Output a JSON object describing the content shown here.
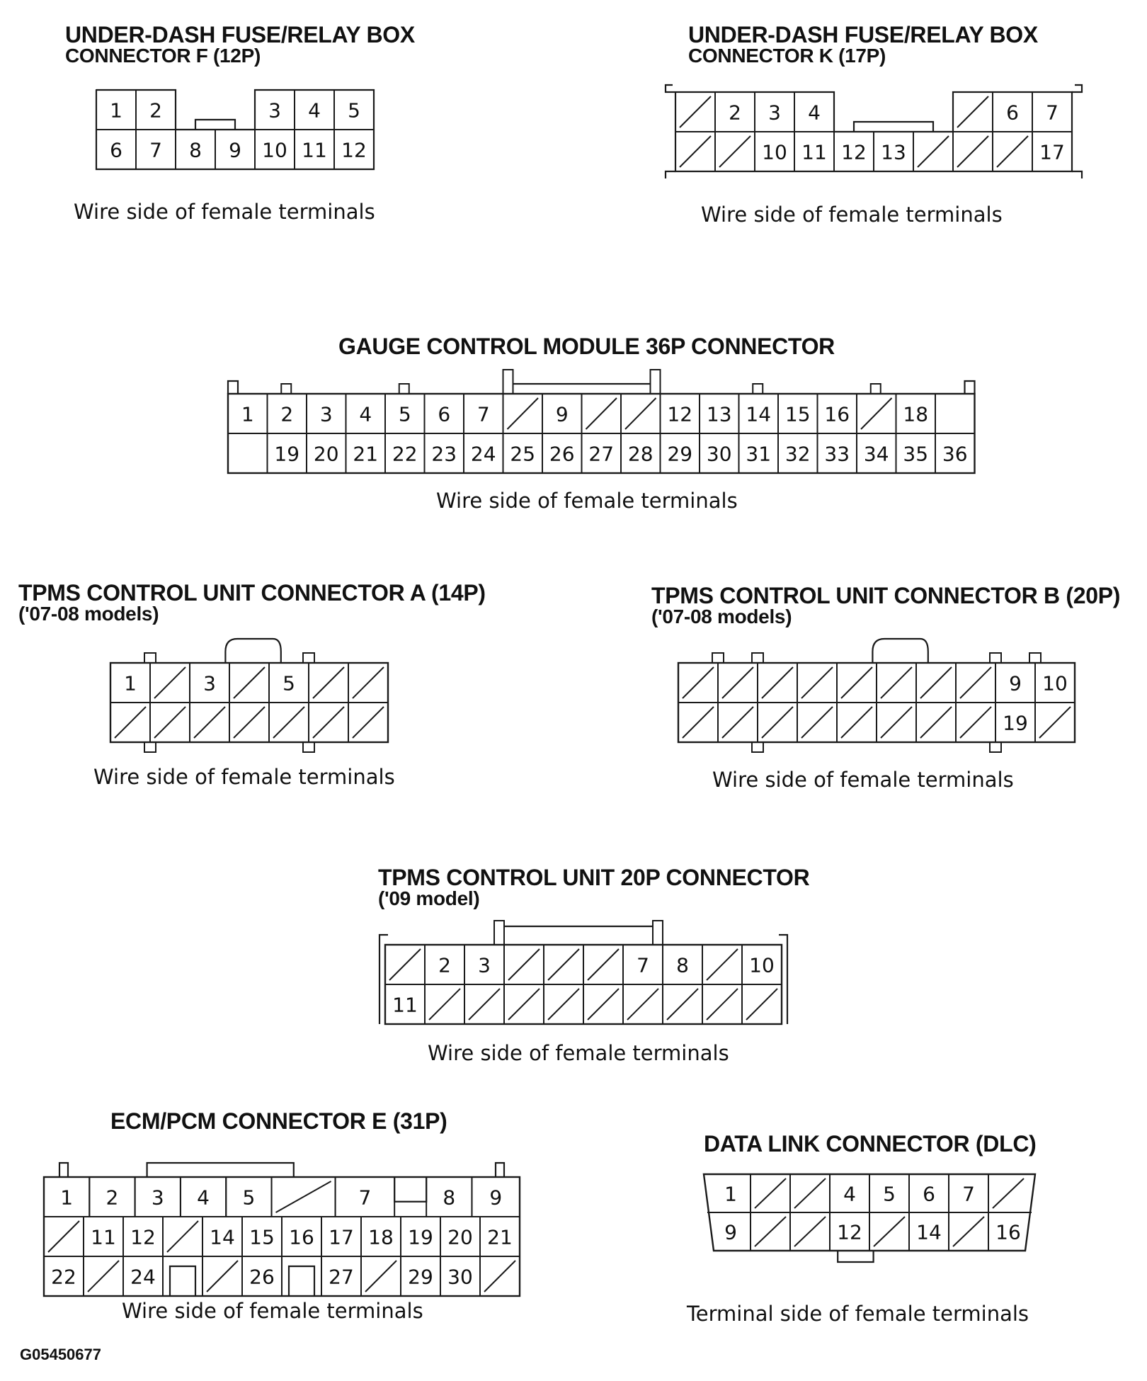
{
  "connectors": {
    "f": {
      "title": "UNDER-DASH FUSE/RELAY BOX",
      "subtitle": "CONNECTOR F (12P)",
      "caption": "Wire side of female terminals",
      "rows": [
        [
          "1",
          "2",
          "",
          "",
          "3",
          "4",
          "5"
        ],
        [
          "6",
          "7",
          "8",
          "9",
          "10",
          "11",
          "12"
        ]
      ]
    },
    "k": {
      "title": "UNDER-DASH FUSE/RELAY BOX",
      "subtitle": "CONNECTOR K (17P)",
      "caption": "Wire side of female terminals",
      "rows": [
        [
          "/",
          "2",
          "3",
          "4",
          "",
          "",
          "",
          "/",
          "6",
          "7"
        ],
        [
          "/",
          "/",
          "10",
          "11",
          "12",
          "13",
          "/",
          "/",
          "/",
          "17"
        ]
      ]
    },
    "gauge": {
      "title": "GAUGE CONTROL MODULE 36P CONNECTOR",
      "caption": "Wire side of female terminals",
      "rows": [
        [
          "1",
          "2",
          "3",
          "4",
          "5",
          "6",
          "7",
          "/",
          "9",
          "/",
          "/",
          "12",
          "13",
          "14",
          "15",
          "16",
          "/",
          "18",
          ""
        ],
        [
          "",
          "19",
          "20",
          "21",
          "22",
          "23",
          "24",
          "25",
          "26",
          "27",
          "28",
          "29",
          "30",
          "31",
          "32",
          "33",
          "34",
          "35",
          "36"
        ]
      ]
    },
    "tpms_a": {
      "title": "TPMS CONTROL UNIT CONNECTOR A (14P)",
      "subtitle": "('07-08 models)",
      "caption": "Wire side of female terminals",
      "rows": [
        [
          "1",
          "/",
          "3",
          "/",
          "5",
          "/",
          "/"
        ],
        [
          "/",
          "/",
          "/",
          "/",
          "/",
          "/",
          "/"
        ]
      ]
    },
    "tpms_b": {
      "title": "TPMS CONTROL UNIT CONNECTOR B (20P)",
      "subtitle": "('07-08 models)",
      "caption": "Wire side of female terminals",
      "rows": [
        [
          "/",
          "/",
          "/",
          "/",
          "/",
          "/",
          "/",
          "/",
          "9",
          "10"
        ],
        [
          "/",
          "/",
          "/",
          "/",
          "/",
          "/",
          "/",
          "/",
          "19",
          "/"
        ]
      ]
    },
    "tpms_20p": {
      "title": "TPMS CONTROL UNIT 20P CONNECTOR",
      "subtitle": "('09 model)",
      "caption": "Wire side of female terminals",
      "rows": [
        [
          "/",
          "2",
          "3",
          "/",
          "/",
          "/",
          "7",
          "8",
          "/",
          "10"
        ],
        [
          "11",
          "/",
          "/",
          "/",
          "/",
          "/",
          "/",
          "/",
          "/",
          "/"
        ]
      ]
    },
    "ecm": {
      "title": "ECM/PCM CONNECTOR E (31P)",
      "caption": "Wire side of female terminals",
      "rows": [
        [
          "1",
          "2",
          "3",
          "4",
          "5",
          "/",
          "7",
          "",
          "8",
          "9"
        ],
        [
          "/",
          "11",
          "12",
          "/",
          "14",
          "15",
          "16",
          "17",
          "18",
          "19",
          "20",
          "21"
        ],
        [
          "22",
          "/",
          "24",
          "",
          "/",
          "26",
          "",
          "27",
          "/",
          "29",
          "30",
          "/"
        ]
      ]
    },
    "dlc": {
      "title": "DATA LINK CONNECTOR (DLC)",
      "caption": "Terminal side of female terminals",
      "rows": [
        [
          "1",
          "/",
          "/",
          "4",
          "5",
          "6",
          "7",
          "/"
        ],
        [
          "9",
          "/",
          "/",
          "12",
          "/",
          "14",
          "/",
          "16"
        ]
      ]
    }
  },
  "figure_code": "G05450677"
}
